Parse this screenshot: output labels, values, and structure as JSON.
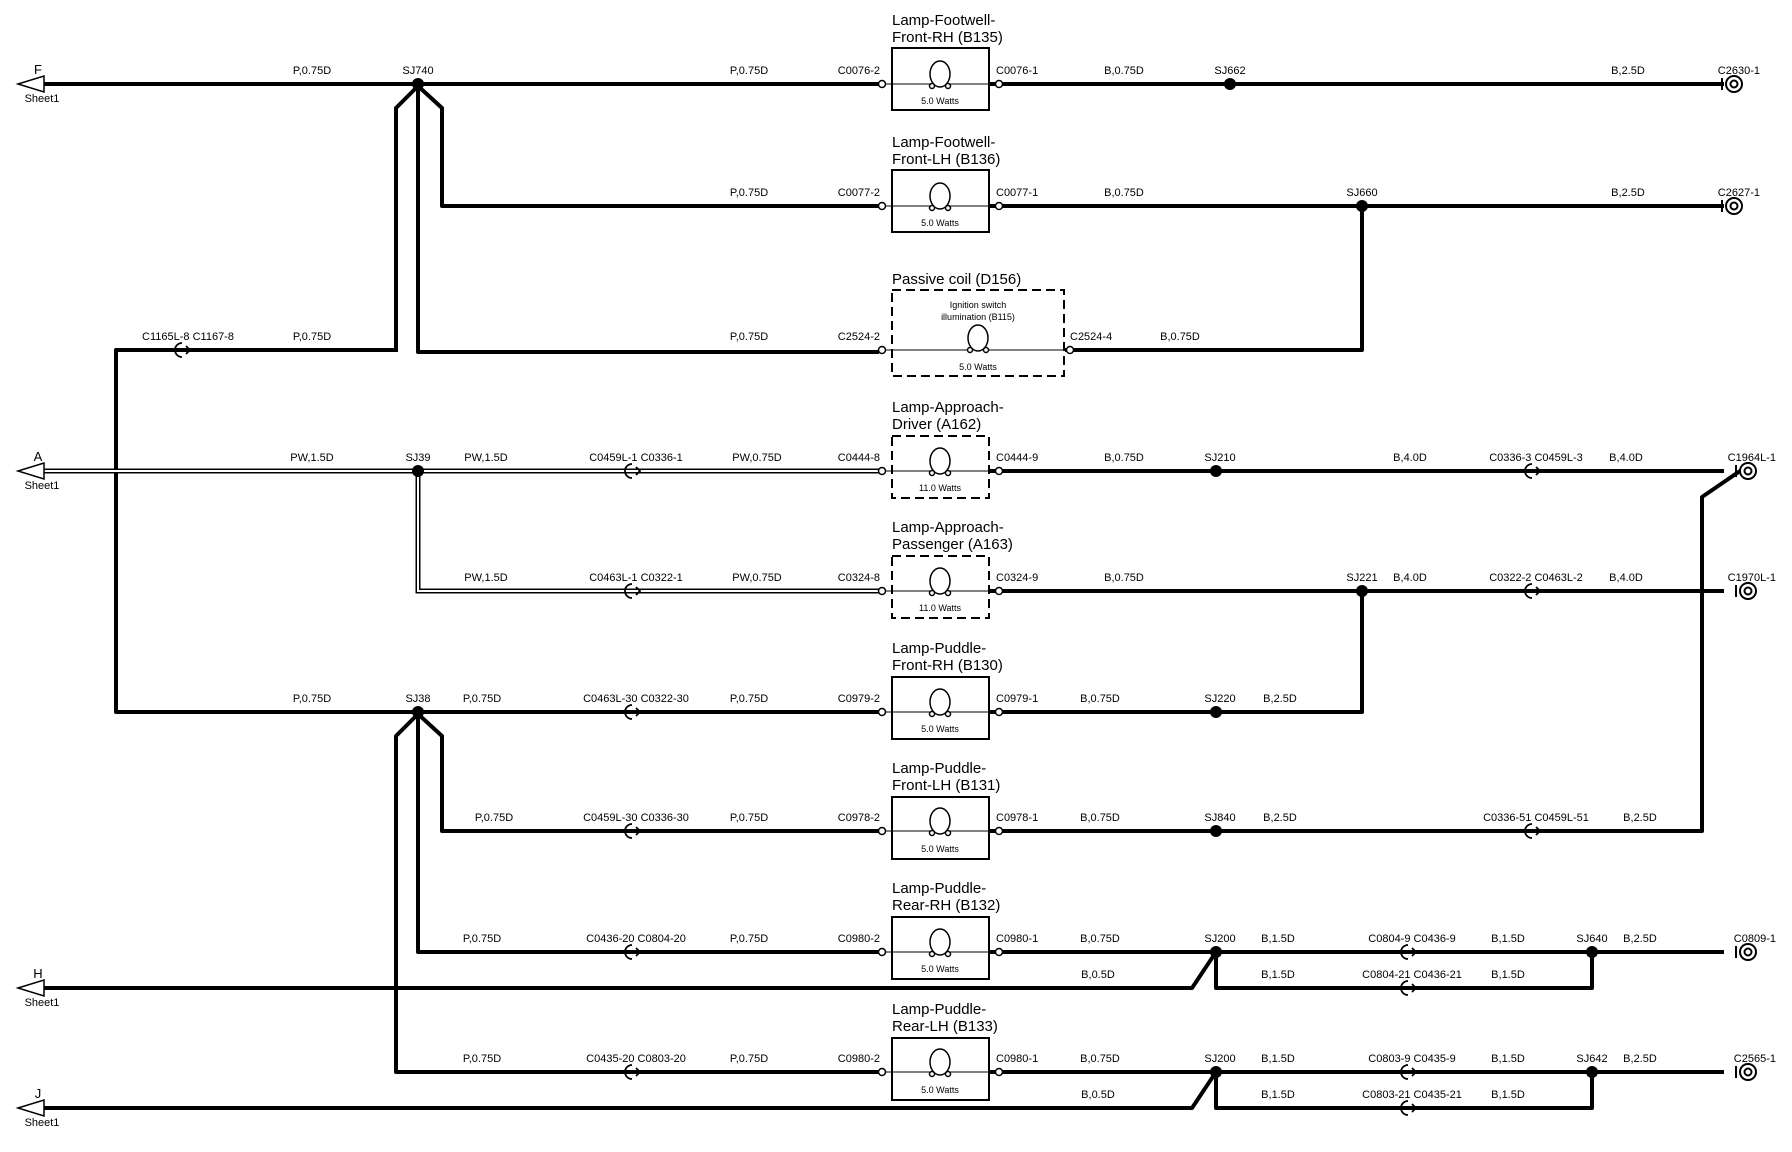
{
  "offsheets": [
    {
      "letter": "F",
      "sheet": "Sheet1"
    },
    {
      "letter": "A",
      "sheet": "Sheet1"
    },
    {
      "letter": "H",
      "sheet": "Sheet1"
    },
    {
      "letter": "J",
      "sheet": "Sheet1"
    }
  ],
  "components": [
    {
      "line1": "Lamp-Footwell-",
      "line2": "Front-RH (B135)",
      "watts": "5.0 Watts",
      "left": "C0076-2",
      "right": "C0076-1"
    },
    {
      "line1": "Lamp-Footwell-",
      "line2": "Front-LH (B136)",
      "watts": "5.0 Watts",
      "left": "C0077-2",
      "right": "C0077-1"
    },
    {
      "line1": "Passive coil (D156)",
      "inner1": "Ignition switch",
      "inner2": "illumination (B115)",
      "watts": "5.0 Watts",
      "left": "C2524-2",
      "right": "C2524-4"
    },
    {
      "line1": "Lamp-Approach-",
      "line2": "Driver (A162)",
      "watts": "11.0 Watts",
      "left": "C0444-8",
      "right": "C0444-9"
    },
    {
      "line1": "Lamp-Approach-",
      "line2": "Passenger (A163)",
      "watts": "11.0 Watts",
      "left": "C0324-8",
      "right": "C0324-9"
    },
    {
      "line1": "Lamp-Puddle-",
      "line2": "Front-RH (B130)",
      "watts": "5.0 Watts",
      "left": "C0979-2",
      "right": "C0979-1"
    },
    {
      "line1": "Lamp-Puddle-",
      "line2": "Front-LH (B131)",
      "watts": "5.0 Watts",
      "left": "C0978-2",
      "right": "C0978-1"
    },
    {
      "line1": "Lamp-Puddle-",
      "line2": "Rear-RH (B132)",
      "watts": "5.0 Watts",
      "left": "C0980-2",
      "right": "C0980-1"
    },
    {
      "line1": "Lamp-Puddle-",
      "line2": "Rear-LH (B133)",
      "watts": "5.0 Watts",
      "left": "C0980-2",
      "right": "C0980-1"
    }
  ],
  "splices": [
    "SJ740",
    "SJ662",
    "SJ660",
    "SJ39",
    "SJ210",
    "SJ221",
    "SJ38",
    "SJ220",
    "SJ840",
    "SJ200",
    "SJ640",
    "SJ200",
    "SJ642"
  ],
  "wire_labels": [
    "P,0.75D",
    "P,0.75D",
    "B,0.75D",
    "B,2.5D",
    "P,0.75D",
    "B,0.75D",
    "B,2.5D",
    "P,0.75D",
    "P,0.75D",
    "B,0.75D",
    "PW,1.5D",
    "PW,1.5D",
    "PW,0.75D",
    "B,0.75D",
    "B,4.0D",
    "B,4.0D",
    "PW,1.5D",
    "PW,0.75D",
    "B,0.75D",
    "B,4.0D",
    "B,4.0D",
    "P,0.75D",
    "P,0.75D",
    "P,0.75D",
    "B,0.75D",
    "B,2.5D",
    "P,0.75D",
    "P,0.75D",
    "B,0.75D",
    "B,2.5D",
    "B,2.5D",
    "P,0.75D",
    "P,0.75D",
    "B,0.75D",
    "B,1.5D",
    "B,1.5D",
    "B,2.5D",
    "B,0.5D",
    "B,1.5D",
    "B,1.5D",
    "P,0.75D",
    "P,0.75D",
    "B,0.75D",
    "B,1.5D",
    "B,1.5D",
    "B,2.5D",
    "B,0.5D",
    "B,1.5D",
    "B,1.5D"
  ],
  "inline_connectors": [
    "C1165L-8 C1167-8",
    "C0459L-1 C0336-1",
    "C0336-3 C0459L-3",
    "C0463L-1 C0322-1",
    "C0322-2 C0463L-2",
    "C0463L-30 C0322-30",
    "C0459L-30 C0336-30",
    "C0336-51 C0459L-51",
    "C0436-20 C0804-20",
    "C0804-9 C0436-9",
    "C0804-21 C0436-21",
    "C0435-20 C0803-20",
    "C0803-9 C0435-9",
    "C0803-21 C0435-21"
  ],
  "grounds": [
    "C2630-1",
    "C2627-1",
    "C1964L-1",
    "C1970L-1",
    "C0809-1",
    "C2565-1"
  ]
}
